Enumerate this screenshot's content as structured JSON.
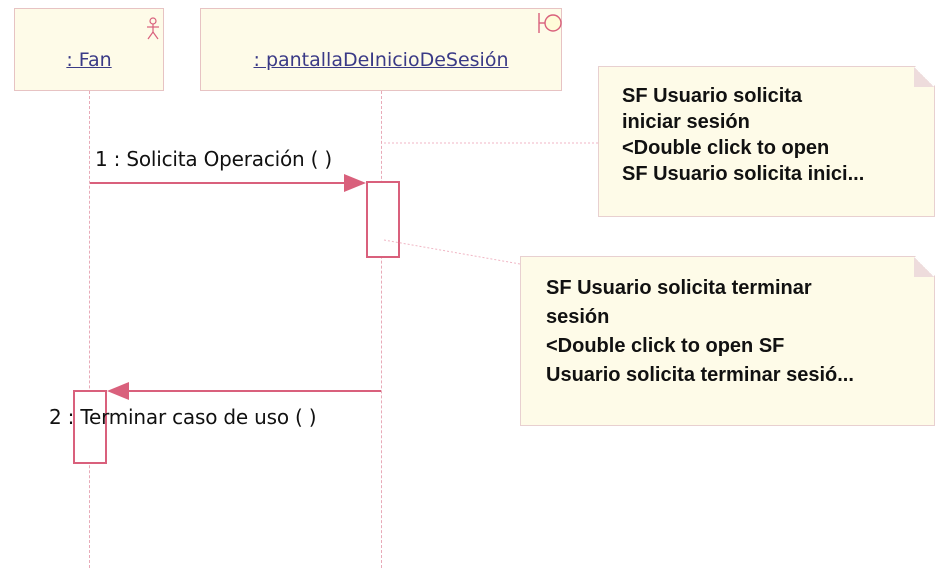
{
  "lifelines": [
    {
      "label": ": Fan",
      "icon": "actor-icon"
    },
    {
      "label": ": pantallaDeInicioDeSesión",
      "icon": "boundary-icon"
    }
  ],
  "messages": [
    {
      "label": "1 : Solicita Operación (  )"
    },
    {
      "label": "2 : Terminar caso de uso (  )"
    }
  ],
  "notes": [
    {
      "lines": [
        "SF Usuario solicita",
        "iniciar sesión",
        "<Double click to open",
        "SF Usuario solicita inici..."
      ]
    },
    {
      "lines": [
        "SF Usuario solicita terminar",
        "sesión",
        "<Double click to open SF",
        "Usuario solicita terminar sesió..."
      ]
    }
  ],
  "colors": {
    "box_fill": "#fefbe8",
    "lifeline": "#e8aab8",
    "message": "#d9607c",
    "label_text": "#3a3a86"
  }
}
